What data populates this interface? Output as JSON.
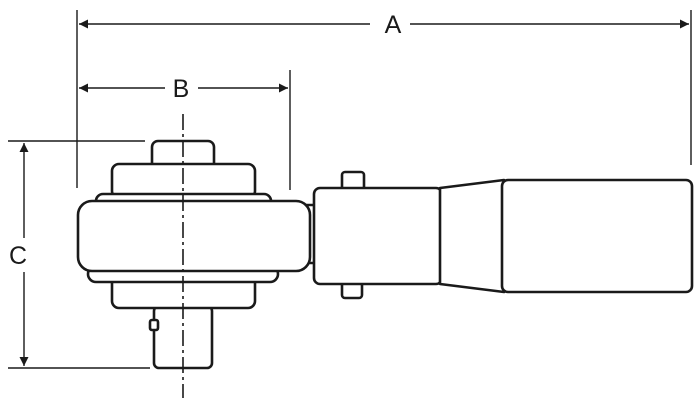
{
  "diagram": {
    "dimension_labels": {
      "a": "A",
      "b": "B",
      "c": "C"
    },
    "colors": {
      "line": "#1a1a1a",
      "background": "#ffffff"
    }
  }
}
